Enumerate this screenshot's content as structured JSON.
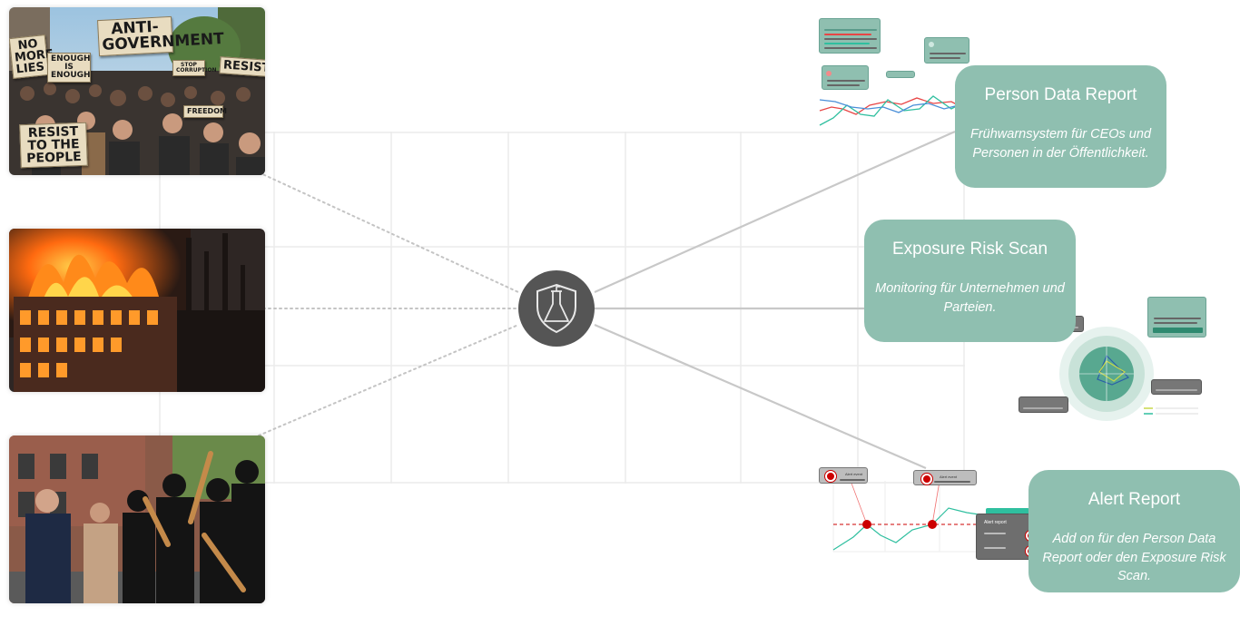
{
  "photos": {
    "protest": {
      "signs": [
        "NO MORE LIES",
        "ANTI-GOVERNMENT",
        "ENOUGH IS ENOUGH",
        "STOP CORRUPTION",
        "RESIST",
        "FREEDOM",
        "RESIST TO THE PEOPLE"
      ]
    }
  },
  "hub": {
    "icon": "shield-flask-icon"
  },
  "cards": [
    {
      "title": "Person Data Report",
      "desc": "Frühwarnsystem für CEOs und Personen in der Öffentlichkeit."
    },
    {
      "title": "Exposure Risk Scan",
      "desc": "Monitoring für Unternehmen und Parteien."
    },
    {
      "title": "Alert Report",
      "desc": "Add on für den Person Data Report oder den Exposure Risk Scan."
    }
  ],
  "alert_mockup": {
    "panel_label": "Alert report",
    "flag_1": "Alert event",
    "flag_2": "Alert event"
  },
  "colors": {
    "card": "#8fbfb0",
    "hub": "#555555",
    "connector": "#c8c8c8",
    "alert_red": "#cc0000",
    "series_red": "#e84545",
    "series_teal": "#2fbf9f",
    "series_blue": "#4a8fd8"
  }
}
